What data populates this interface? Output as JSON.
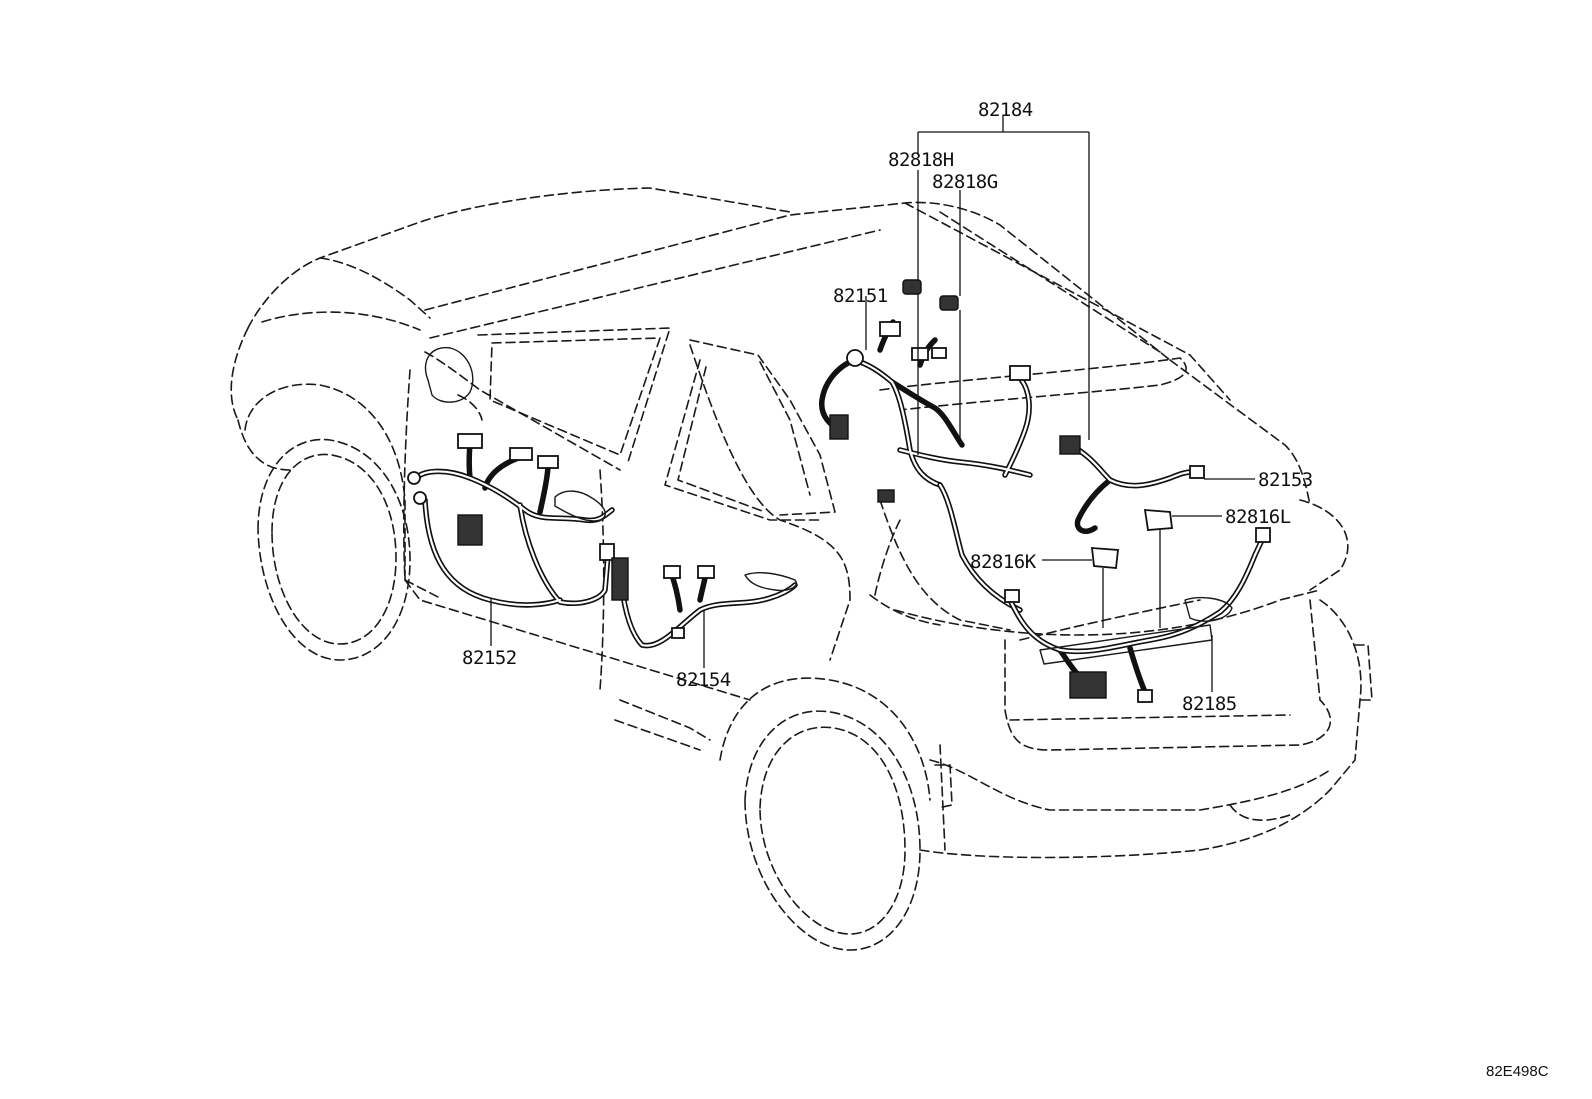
{
  "diagram": {
    "reference_code": "82E498C",
    "parts": {
      "p82184": "82184",
      "p82818H": "82818H",
      "p82818G": "82818G",
      "p82151": "82151",
      "p82153": "82153",
      "p82816L": "82816L",
      "p82816K": "82816K",
      "p82152": "82152",
      "p82154": "82154",
      "p82185": "82185"
    }
  }
}
